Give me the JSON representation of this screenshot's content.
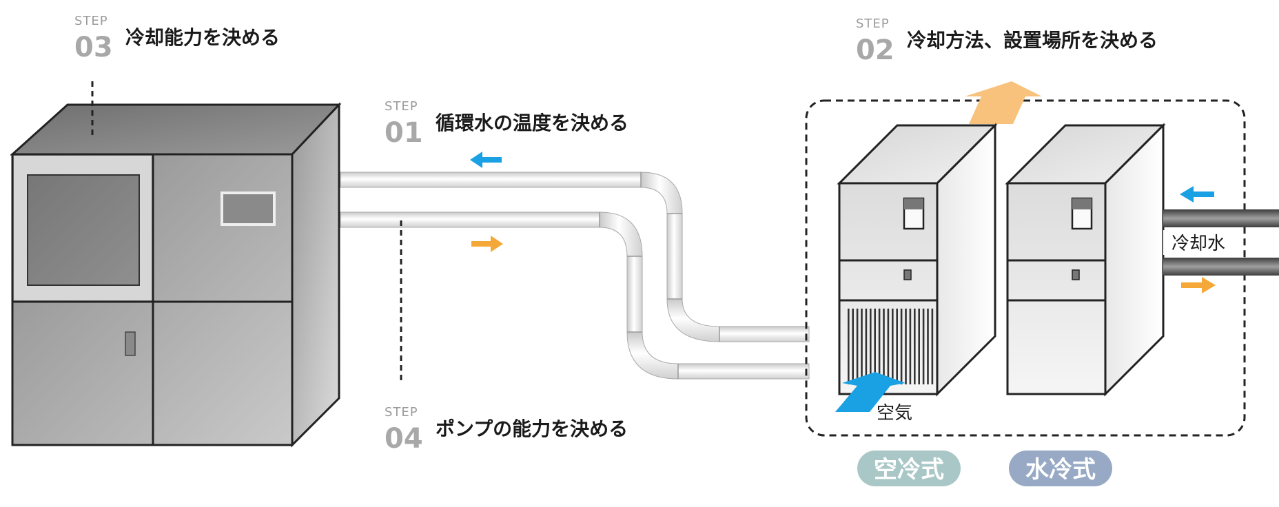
{
  "steps": [
    {
      "small": "STEP",
      "num": "01",
      "title": "循環水の温度を決める"
    },
    {
      "small": "STEP",
      "num": "02",
      "title": "冷却方法、設置場所を決める"
    },
    {
      "small": "STEP",
      "num": "03",
      "title": "冷却能力を決める"
    },
    {
      "small": "STEP",
      "num": "04",
      "title": "ポンプの能力を決める"
    }
  ],
  "labels": {
    "cooling_water": "冷却水",
    "air": "空気"
  },
  "badges": [
    {
      "label": "空冷式",
      "color": "#a9c7c7"
    },
    {
      "label": "水冷式",
      "color": "#97a9c4"
    }
  ],
  "colors": {
    "arrow_blue": "#1aa1e4",
    "arrow_orange": "#f4a837",
    "arrow_orange_light": "#f8c27c"
  }
}
